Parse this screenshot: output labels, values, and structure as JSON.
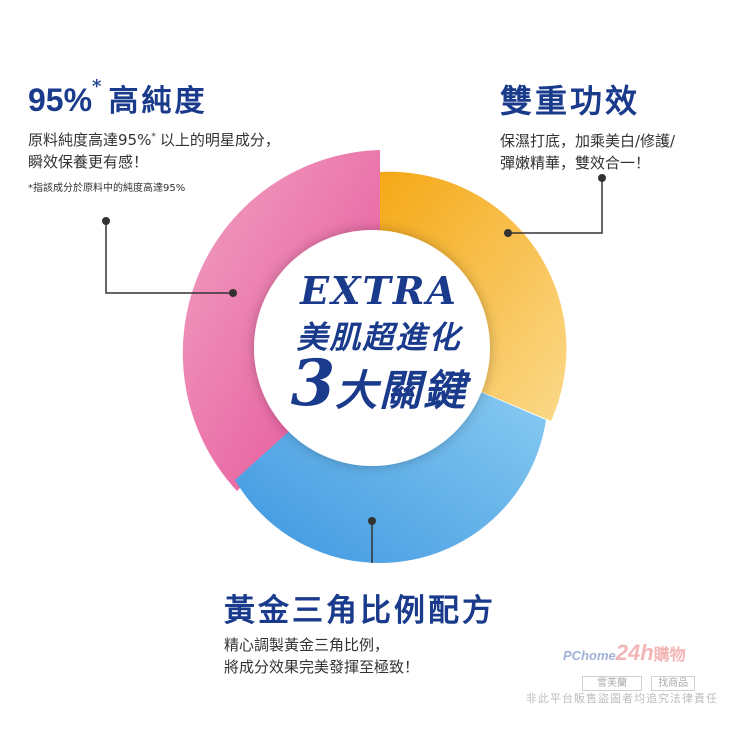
{
  "features": {
    "purity": {
      "title_number": "95%",
      "title_star": "*",
      "title_text": "高純度",
      "desc_line1_a": "原料純度高達95%",
      "desc_line1_star": "*",
      "desc_line1_b": "以上的明星成分，",
      "desc_line2": "瞬效保養更有感！",
      "note": "*指該成分於原料中的純度高達95%"
    },
    "dual": {
      "title": "雙重功效",
      "desc_line1": "保濕打底，加乘美白/修護/",
      "desc_line2": "彈嫩精華，雙效合一！"
    },
    "ratio": {
      "title": "黃金三角比例配方",
      "desc_line1": "精心調製黃金三角比例，",
      "desc_line2": "將成分效果完美發揮至極致！"
    }
  },
  "center": {
    "line1": "EXTRA",
    "line2": "美肌超進化",
    "line3_num": "3",
    "line3_text": "大關鍵"
  },
  "colors": {
    "title_blue": "#1a3a8c",
    "pink": "#e9519b",
    "orange": "#f5aa1b",
    "blue": "#4aa6e6"
  },
  "watermark": {
    "logo_a": "PChome",
    "logo_b": "24h",
    "logo_c": "購物",
    "tag1": "雪芙蘭",
    "tag2": "找商品",
    "notice": "非此平台販售盜圖者均追究法律責任"
  }
}
